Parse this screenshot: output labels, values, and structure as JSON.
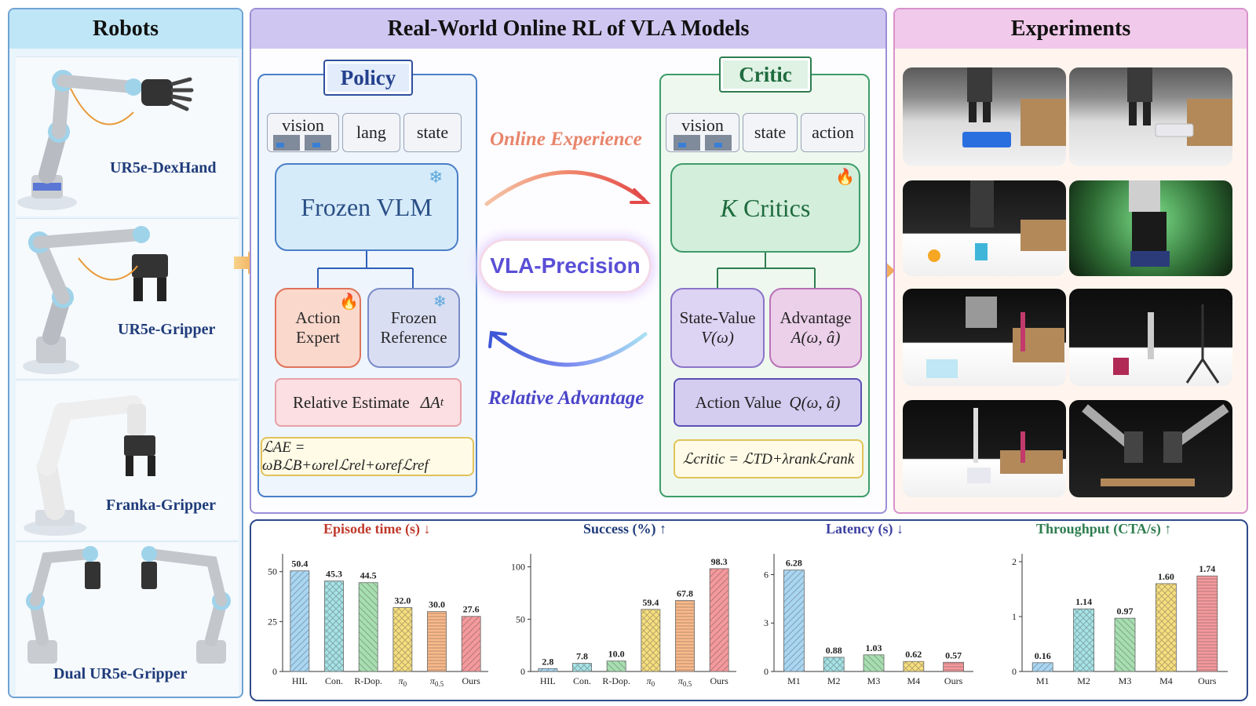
{
  "robots": {
    "title": "Robots",
    "items": [
      {
        "label": "UR5e-DexHand"
      },
      {
        "label": "UR5e-Gripper"
      },
      {
        "label": "Franka-Gripper"
      },
      {
        "label": "Dual UR5e-Gripper"
      }
    ]
  },
  "main": {
    "title": "Real-World Online RL of VLA Models",
    "policy": {
      "title": "Policy",
      "inputs": [
        "vision",
        "lang",
        "state"
      ],
      "vlm": "Frozen VLM",
      "action_expert": [
        "Action",
        "Expert"
      ],
      "frozen_reference": [
        "Frozen",
        "Reference"
      ],
      "relative_estimate": "Relative Estimate",
      "relative_symbol": "ΔA",
      "relative_sub": "t",
      "loss": "ℒAE = ωBℒB+ωrelℒrel+ωrefℒref"
    },
    "center": {
      "online_experience": "Online Experience",
      "logo": "VLA-Precision",
      "relative_advantage": "Relative Advantage"
    },
    "critic": {
      "title": "Critic",
      "inputs": [
        "vision",
        "state",
        "action"
      ],
      "k_critics_k": "K",
      "k_critics_text": "Critics",
      "state_value": [
        "State-Value",
        "V(ω)"
      ],
      "advantage": [
        "Advantage",
        "A(ω, â)"
      ],
      "action_value": "Action Value",
      "action_value_symbol": "Q(ω, â)",
      "loss": "ℒcritic = ℒTD+λrankℒrank"
    }
  },
  "experiments": {
    "title": "Experiments"
  },
  "colors": {
    "policy_border": "#4a7fc7",
    "critic_border": "#3e9c6a",
    "orange_arrow": "#e8856a",
    "blue_arrow": "#4a5fd0"
  },
  "chart_data": [
    {
      "type": "bar",
      "title": "Episode time (s) ↓",
      "categories": [
        "HIL",
        "Con.",
        "R-Dop.",
        "π0",
        "π0.5",
        "Ours"
      ],
      "values": [
        50.4,
        45.3,
        44.5,
        32.0,
        30.0,
        27.6
      ],
      "value_labels": [
        "50.4",
        "45.3",
        "44.5",
        "32.0",
        "30.0",
        "27.6"
      ],
      "ylim": [
        0,
        55
      ],
      "yticks": [
        0,
        25,
        50
      ],
      "colors": [
        "#a9d6f2",
        "#a6e3e6",
        "#a7deb0",
        "#f7df7f",
        "#f9b98a",
        "#f4999c"
      ],
      "title_color": "#c0392b"
    },
    {
      "type": "bar",
      "title": "Success (%) ↑",
      "categories": [
        "HIL",
        "Con.",
        "R-Dop.",
        "π0",
        "π0.5",
        "Ours"
      ],
      "values": [
        2.8,
        7.8,
        10.0,
        59.4,
        67.8,
        98.3
      ],
      "value_labels": [
        "2.8",
        "7.8",
        "10.0",
        "59.4",
        "67.8",
        "98.3"
      ],
      "ylim": [
        0,
        105
      ],
      "yticks": [
        0,
        50,
        100
      ],
      "colors": [
        "#a9d6f2",
        "#a6e3e6",
        "#a7deb0",
        "#f7df7f",
        "#f9b98a",
        "#f4999c"
      ],
      "title_color": "#1f3b7a"
    },
    {
      "type": "bar",
      "title": "Latency (s) ↓",
      "categories": [
        "M1",
        "M2",
        "M3",
        "M4",
        "Ours"
      ],
      "values": [
        6.28,
        0.88,
        1.03,
        0.62,
        0.57
      ],
      "value_labels": [
        "6.28",
        "0.88",
        "1.03",
        "0.62",
        "0.57"
      ],
      "ylim": [
        0,
        6.8
      ],
      "yticks": [
        0,
        3,
        6
      ],
      "colors": [
        "#a9d6f2",
        "#a6e3e6",
        "#a7deb0",
        "#f7df7f",
        "#f4999c"
      ],
      "title_color": "#3b3fa0"
    },
    {
      "type": "bar",
      "title": "Throughput (CTA/s) ↑",
      "categories": [
        "M1",
        "M2",
        "M3",
        "M4",
        "Ours"
      ],
      "values": [
        0.16,
        1.14,
        0.97,
        1.6,
        1.74
      ],
      "value_labels": [
        "0.16",
        "1.14",
        "0.97",
        "1.60",
        "1.74"
      ],
      "ylim": [
        0,
        2
      ],
      "yticks": [
        0,
        1,
        2
      ],
      "colors": [
        "#a9d6f2",
        "#a6e3e6",
        "#a7deb0",
        "#f7df7f",
        "#f4999c"
      ],
      "title_color": "#2e7d4f"
    }
  ]
}
